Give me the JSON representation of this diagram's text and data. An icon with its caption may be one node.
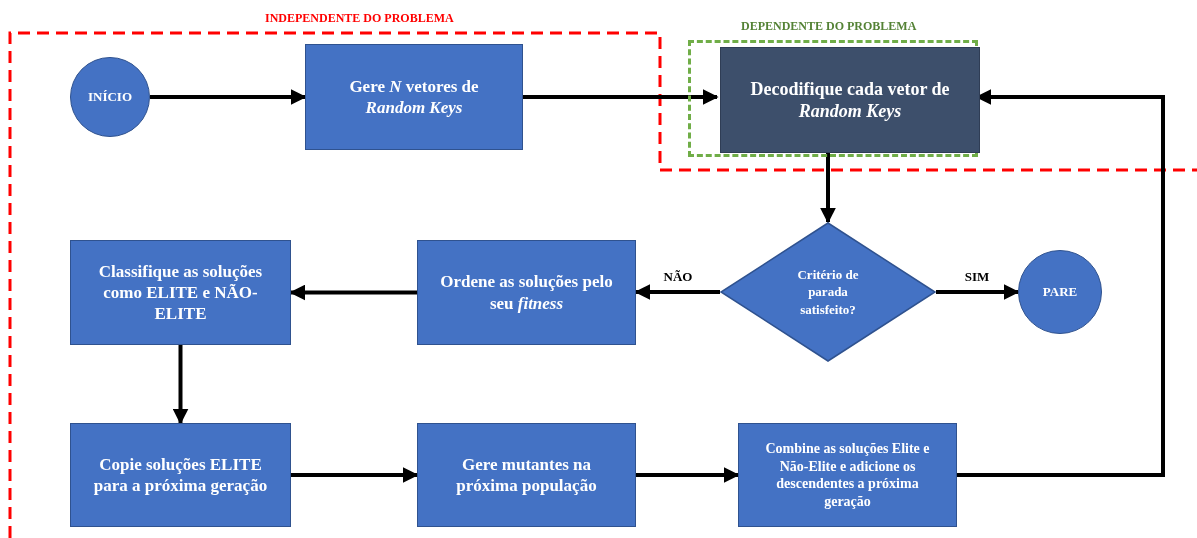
{
  "diagram": {
    "nodes": [
      {
        "text": [
          "INÍCIO"
        ]
      },
      {
        "text": [
          "Gere *N* vetores de *Random Keys*"
        ]
      },
      {
        "text": [
          "DEPENDENTE DO PROBLEMA"
        ]
      },
      {
        "text": [
          "Decodifique cada vetor de *Random Keys*"
        ],
        "in": 2
      },
      {
        "text": [
          "Critério de parada satisfeito?"
        ]
      },
      {
        "text": [
          "PARE"
        ]
      },
      {
        "text": [
          "Ordene as soluções pelo seu *fitness*"
        ]
      },
      {
        "text": [
          "Classifique as soluções como ELITE e NÃO-ELITE"
        ]
      },
      {
        "text": [
          "Copie soluções ELITE para a próxima geração"
        ]
      },
      {
        "text": [
          "Gere mutantes na próxima população"
        ]
      },
      {
        "text": [
          "Combine as soluções Elite e Não-Elite e adicione os descendentes a próxima geração"
        ]
      }
    ],
    "edges": [
      {
        "from": 0,
        "to": 1,
        "arrow": "to"
      },
      {
        "from": 1,
        "to": 3,
        "arrow": "to"
      },
      {
        "from": 3,
        "to": 4,
        "arrow": "to"
      },
      {
        "from": 4,
        "to": 5,
        "label": "SIM",
        "arrow": "to"
      },
      {
        "from": 4,
        "to": 6,
        "label": "NÃO",
        "arrow": "to"
      },
      {
        "from": 6,
        "to": 7,
        "arrow": "to"
      },
      {
        "from": 7,
        "to": 8,
        "arrow": "to"
      },
      {
        "from": 8,
        "to": 9,
        "arrow": "to"
      },
      {
        "from": 9,
        "to": 10,
        "arrow": "to"
      },
      {
        "from": 10,
        "to": 3,
        "arrow": "to"
      }
    ],
    "labels": [
      "INDEPENDENTE DO PROBLEMA"
    ]
  }
}
